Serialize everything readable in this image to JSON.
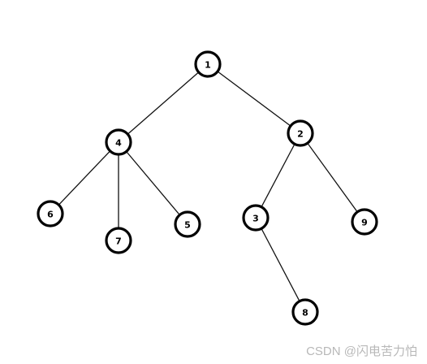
{
  "tree": {
    "nodes": [
      {
        "id": "1",
        "label": "1"
      },
      {
        "id": "4",
        "label": "4"
      },
      {
        "id": "2",
        "label": "2"
      },
      {
        "id": "6",
        "label": "6"
      },
      {
        "id": "7",
        "label": "7"
      },
      {
        "id": "5",
        "label": "5"
      },
      {
        "id": "3",
        "label": "3"
      },
      {
        "id": "9",
        "label": "9"
      },
      {
        "id": "8",
        "label": "8"
      }
    ],
    "edges": [
      [
        "1",
        "4"
      ],
      [
        "1",
        "2"
      ],
      [
        "4",
        "6"
      ],
      [
        "4",
        "7"
      ],
      [
        "4",
        "5"
      ],
      [
        "2",
        "3"
      ],
      [
        "2",
        "9"
      ],
      [
        "3",
        "8"
      ]
    ]
  },
  "watermark": {
    "text": "CSDN @闪电苦力怕"
  }
}
